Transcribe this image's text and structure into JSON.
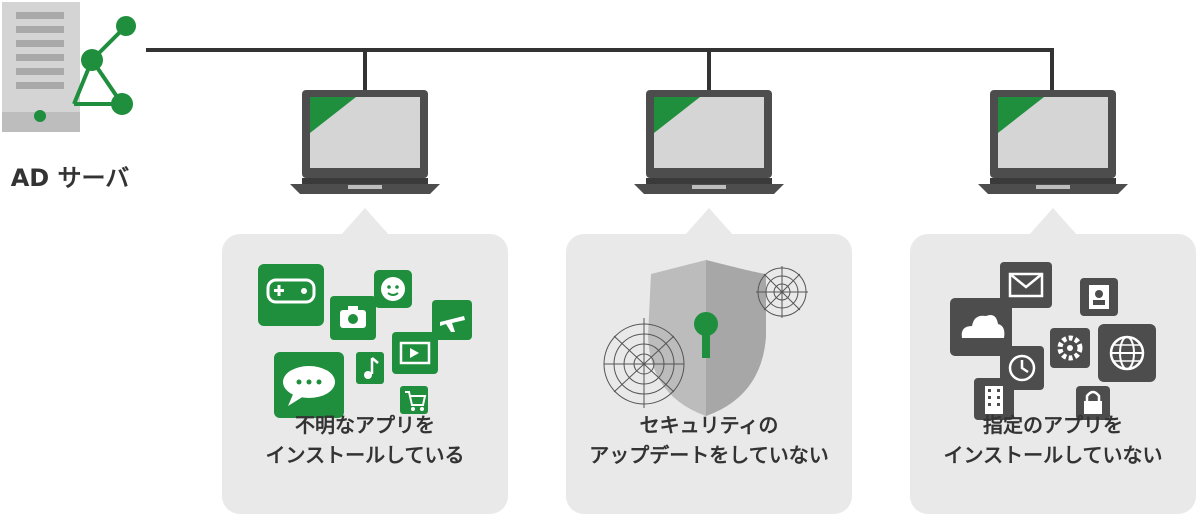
{
  "server": {
    "label": "AD サーバ",
    "icon": "server-network-icon"
  },
  "colors": {
    "accent": "#1f8e3d",
    "dark": "#4d4d4d",
    "bubble": "#e9e9e9",
    "shield": "#b9b9b9"
  },
  "clients": [
    {
      "icon": "laptop-icon",
      "caption_line1": "不明なアプリを",
      "caption_line2": "インストールしている"
    },
    {
      "icon": "laptop-icon",
      "caption_line1": "セキュリティの",
      "caption_line2": "アップデートをしていない"
    },
    {
      "icon": "laptop-icon",
      "caption_line1": "指定のアプリを",
      "caption_line2": "インストールしていない"
    }
  ]
}
